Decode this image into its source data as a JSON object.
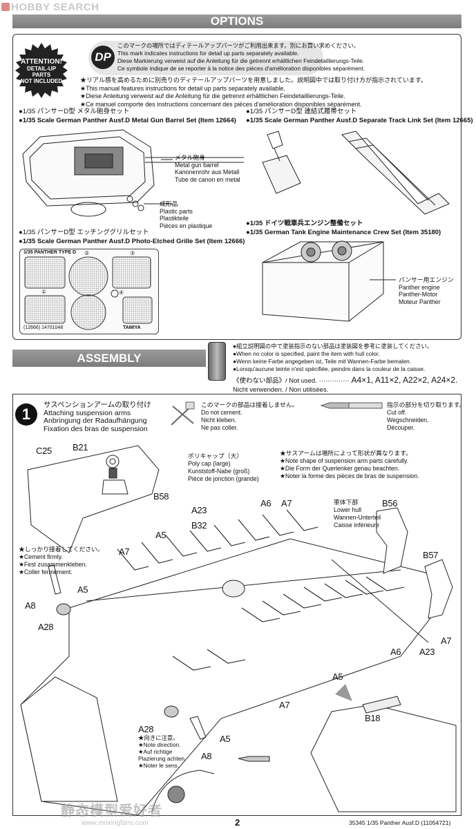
{
  "watermark_top": "HOBBY SEARCH",
  "options": {
    "title": "OPTIONS",
    "attention_badge": [
      "ATTENTION!",
      "DETAIL-UP",
      "PARTS",
      "NOT INCLUDED"
    ],
    "dp_mark": "DP",
    "dp_lines": [
      "このマークの場所ではディテールアップパーツがご利用出来ます。別にお買い求めください。",
      "This mark indicates instructions for detail up parts separately available.",
      "Diese Markierung verweist auf die Anleitung für die getrennt erhältlichen Feindetaillierungs-Teile.",
      "Ce symbole indique de se reporter à la notice des pièces d'amélioration disponibles séparément."
    ],
    "star_lines": [
      "★リアル感を高めるために別売りのディテールアップパーツを用意しました。説明図中では取り付け方が指示されています。",
      "★This manual features instructions for detail up parts separately available.",
      "★Diese Anleitung verweist auf die Anleitung für die getrennt erhältlichen Feindetaillierungs-Teile.",
      "★Ce manuel comporte des instructions concernant des pièces d'amélioration disponibles séparément."
    ],
    "gun_barrel": {
      "title_jp": "●1/35 パンサーD型 メタル砲身セット",
      "title_en": "●1/35 Scale German Panther Ausf.D Metal Gun Barrel Set (Item 12664)",
      "barrel_label": [
        "メタル砲身",
        "Metal gun barrel",
        "Kanonenrohr aus Metall",
        "Tube de canon en metal"
      ],
      "plastic_label": [
        "成形品",
        "Plastic parts",
        "Plastikteile",
        "Pièces en plastique"
      ]
    },
    "track_link": {
      "title_jp": "●1/35 パンサーD型 連結式履帯セット",
      "title_en": "●1/35 Scale German Panther Ausf.D Separate Track Link Set (Item 12665)"
    },
    "grille": {
      "title_jp": "●1/35 パンサーD型 エッチンググリルセット",
      "title_en": "●1/35 Scale German Panther Ausf.D Photo-Etched Grille Set (Item 12666)",
      "fret_title": "1/35 PANTHER TYPE D",
      "fret_code": "(12666) 14701048",
      "fret_brand": "TAMIYA",
      "part_numbers": [
        "①",
        "②",
        "③",
        "④"
      ]
    },
    "crew": {
      "title_jp": "●1/35 ドイツ戦車兵エンジン整備セット",
      "title_en": "●1/35 German Tank Engine Maintenance Crew Set (Item 35180)",
      "engine_label": [
        "パンサー用エンジン",
        "Panther engine",
        "Panther-Motor",
        "Moteur Panther"
      ]
    }
  },
  "assembly": {
    "title": "ASSEMBLY",
    "paint_lines": [
      "●組立説明図の中で塗装指示のない部品は塗装図を参考に塗装してください。",
      "●When no color is specified, paint the item with hull color.",
      "●Wenn keine Farbe angegeben ist, Teile mit Wannen-Farbe bemalen.",
      "●Lorsqu'aucune teinte n'est spécifiée, peindre dans la couleur de la caisse."
    ],
    "not_used_label": "《使わない部品》/ Not used. ··············",
    "not_used_parts": "A4×1, A11×2, A22×2, A24×2.",
    "not_used_label2": "Nicht verwenden. / Non utilisées."
  },
  "step1": {
    "number": "1",
    "title": [
      "サスペンションアームの取り付け",
      "Attaching suspension arms",
      "Anbringung der Radaufhängung",
      "Fixation des bras de suspension"
    ],
    "do_not_cement": [
      "このマークの部品は接着しません。",
      "Do not cement.",
      "Nicht kleben.",
      "Ne pas coller."
    ],
    "cut_off": [
      "指示の部分を切り取ります。",
      "Cut off.",
      "Wegschneiden.",
      "Découper."
    ],
    "poly_cap": [
      "ポリキャップ（大）",
      "Poly cap (large)",
      "Kunststoff-Nabe (groß)",
      "Pièce de jonction (grande)"
    ],
    "note_shape": [
      "★サスアームは場所によって形状が異なります。",
      "★Note shape of suspension arm parts carefully.",
      "★Die Form der Querlenker genau beachten.",
      "★Noter la forme des pièces de bras de suspension."
    ],
    "lower_hull": [
      "車体下部",
      "Lower hull",
      "Wannen-Unterteil",
      "Caisse inférieure"
    ],
    "cement_firmly": [
      "★しっかり接着してください。",
      "★Cement firmly.",
      "★Fest zusammenkleben.",
      "★Coller fermement."
    ],
    "note_direction": [
      "★向きに注意。",
      "★Note direction.",
      "★Auf richtige",
      "Plazierung  achten.",
      "★Noter le sens."
    ],
    "parts": [
      "C25",
      "B21",
      "B58",
      "A23",
      "A6",
      "A7",
      "B56",
      "A5",
      "B32",
      "A7",
      "A5",
      "B57",
      "A8",
      "A28",
      "A7",
      "A6",
      "A23",
      "A5",
      "A7",
      "A28",
      "A8",
      "A5",
      "B18"
    ]
  },
  "footer": {
    "page": "2",
    "code": "35345  1/35 Panther Ausf.D (11054721)",
    "watermark": "静态模型爱好者",
    "watermark_url": "www.moxingfans.com"
  }
}
